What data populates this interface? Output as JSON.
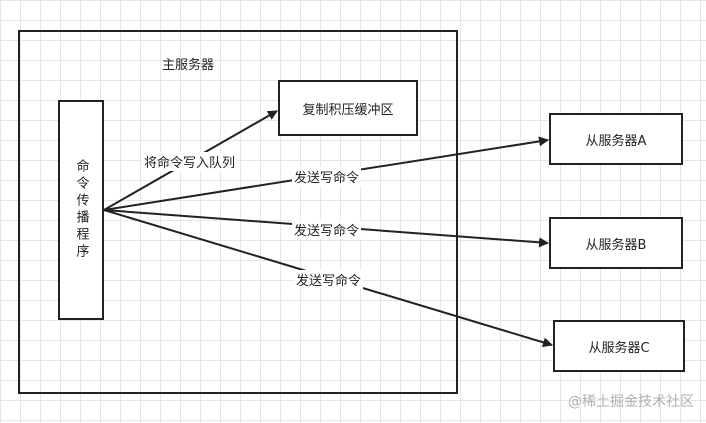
{
  "master_label": "主服务器",
  "backlog_label": "复制积压缓冲区",
  "propagator_label": "命令传播程序",
  "queue_edge_label": "将命令写入队列",
  "send_labels": [
    "发送写命令",
    "发送写命令",
    "发送写命令"
  ],
  "slaves": [
    "从服务器A",
    "从服务器B",
    "从服务器C"
  ],
  "watermark": "@稀土掘金技术社区"
}
